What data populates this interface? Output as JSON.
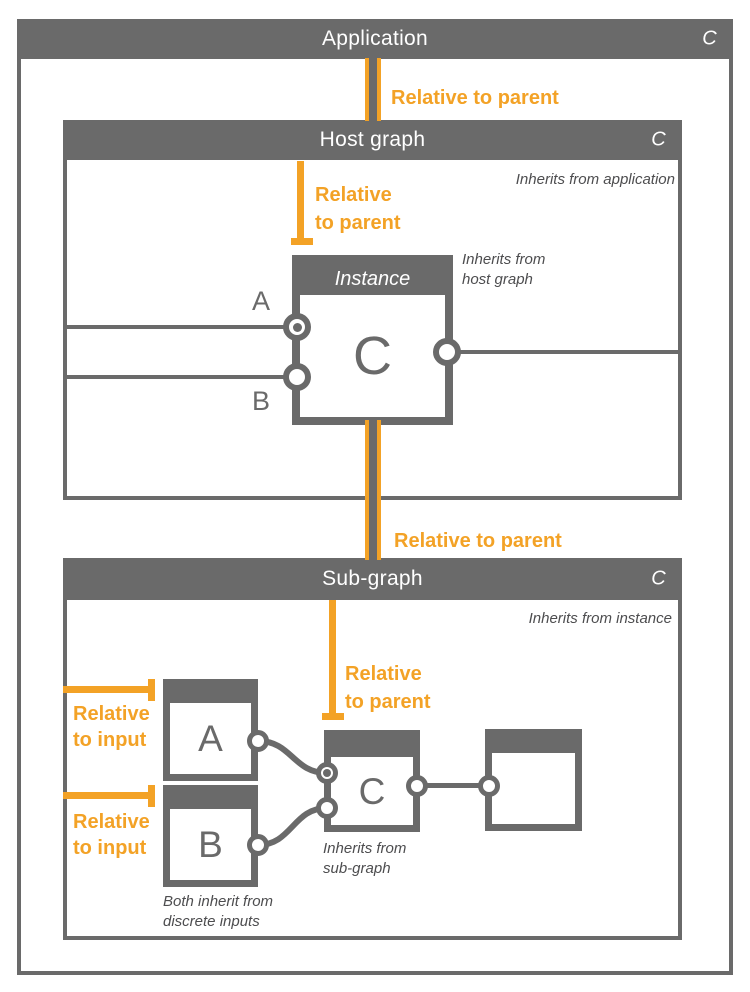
{
  "colors": {
    "gray": "#6a6a6a",
    "orange": "#f3a226",
    "annotation_gray": "#4d4d4f",
    "background": "#ffffff"
  },
  "application": {
    "title": "Application",
    "badge": "C"
  },
  "connector_top_label": "Relative to parent",
  "connector_mid_label": "Relative to parent",
  "host": {
    "title": "Host graph",
    "badge": "C",
    "annotation": "Inherits from application",
    "arrow": {
      "line1": "Relative",
      "line2": "to parent"
    },
    "instance": {
      "title": "Instance",
      "letter": "C",
      "input_a": "A",
      "input_b": "B",
      "annotation": {
        "line1": "Inherits from",
        "line2": "host graph"
      }
    }
  },
  "sub": {
    "title": "Sub-graph",
    "badge": "C",
    "annotation": "Inherits from instance",
    "arrow": {
      "line1": "Relative",
      "line2": "to parent"
    },
    "input_arrows": [
      {
        "line1": "Relative",
        "line2": "to input"
      },
      {
        "line1": "Relative",
        "line2": "to input"
      }
    ],
    "node_a": {
      "letter": "A"
    },
    "node_b": {
      "letter": "B"
    },
    "node_c": {
      "letter": "C",
      "annotation": {
        "line1": "Inherits from",
        "line2": "sub-graph"
      }
    },
    "caption": {
      "line1": "Both inherit from",
      "line2": "discrete inputs"
    }
  }
}
